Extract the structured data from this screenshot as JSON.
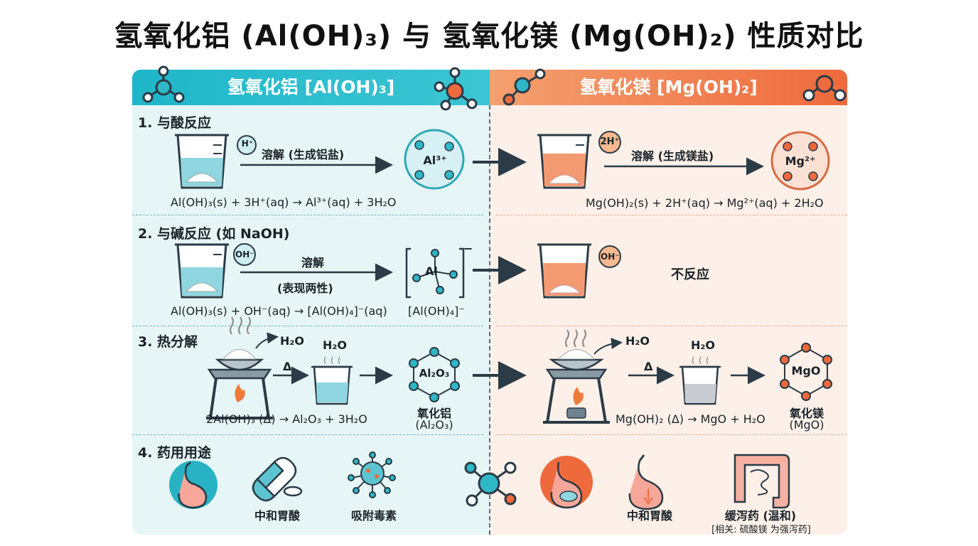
{
  "title": "氢氧化铝 (Al(OH)₃) 与 氢氧化镁 (Mg(OH)₂) 性质对比",
  "left": {
    "header": "氢氧化铝 [Al(OH)₃]",
    "sec1": {
      "title": "1. 与酸反应",
      "reagent": "H⁺",
      "arrow_label": "溶解 (生成铝盐)",
      "product": "Al³⁺",
      "equation": "Al(OH)₃(s) + 3H⁺(aq) → Al³⁺(aq) + 3H₂O"
    },
    "sec2": {
      "title": "2. 与碱反应 (如 NaOH)",
      "reagent": "OH⁻",
      "arrow_label_1": "溶解",
      "arrow_label_2": "(表现两性)",
      "complex_center": "Al",
      "complex_charge": "−",
      "equation": "Al(OH)₃(s) + OH⁻(aq) → [Al(OH)₄]⁻(aq)",
      "complex_formula": "[Al(OH)₄]⁻"
    },
    "sec3": {
      "title": "3. 热分解",
      "vapor": "H₂O",
      "beaker_label": "H₂O",
      "delta": "Δ",
      "product_formula": "Al₂O₃",
      "equation": "2Al(OH)₃ (Δ) → Al₂O₃ + 3H₂O",
      "product_name": "氧化铝",
      "product_name_formula": "(Al₂O₃)"
    },
    "sec4": {
      "title": "4. 药用用途",
      "use1": "中和胃酸",
      "use2": "吸附毒素"
    }
  },
  "right": {
    "header": "氢氧化镁 [Mg(OH)₂]",
    "sec1": {
      "reagent": "2H⁺",
      "arrow_label": "溶解 (生成镁盐)",
      "product": "Mg²⁺",
      "equation": "Mg(OH)₂(s) + 2H⁺(aq) → Mg²⁺(aq) + 2H₂O"
    },
    "sec2": {
      "reagent": "OH⁻",
      "result": "不反应"
    },
    "sec3": {
      "vapor": "H₂O",
      "beaker_label": "H₂O",
      "delta": "Δ",
      "product_formula": "MgO",
      "equation": "Mg(OH)₂ (Δ) → MgO + H₂O",
      "product_name": "氧化镁",
      "product_name_formula": "(MgO)"
    },
    "sec4": {
      "use1": "中和胃酸",
      "use2": "缓泻药 (温和)",
      "note": "[相关: 硫酸镁 为强泻药]"
    }
  },
  "colors": {
    "teal": "#1fb6c9",
    "orange": "#ee6a3c",
    "dark": "#2b3b47",
    "liquid_teal": "#8fd6e0",
    "liquid_orange": "#f39a72"
  },
  "icons": [
    "beaker-icon",
    "molecule-icon",
    "burner-icon",
    "stomach-icon",
    "capsule-icon",
    "virus-icon",
    "intestine-icon",
    "flame-icon",
    "steam-icon",
    "arrow-right-icon"
  ]
}
